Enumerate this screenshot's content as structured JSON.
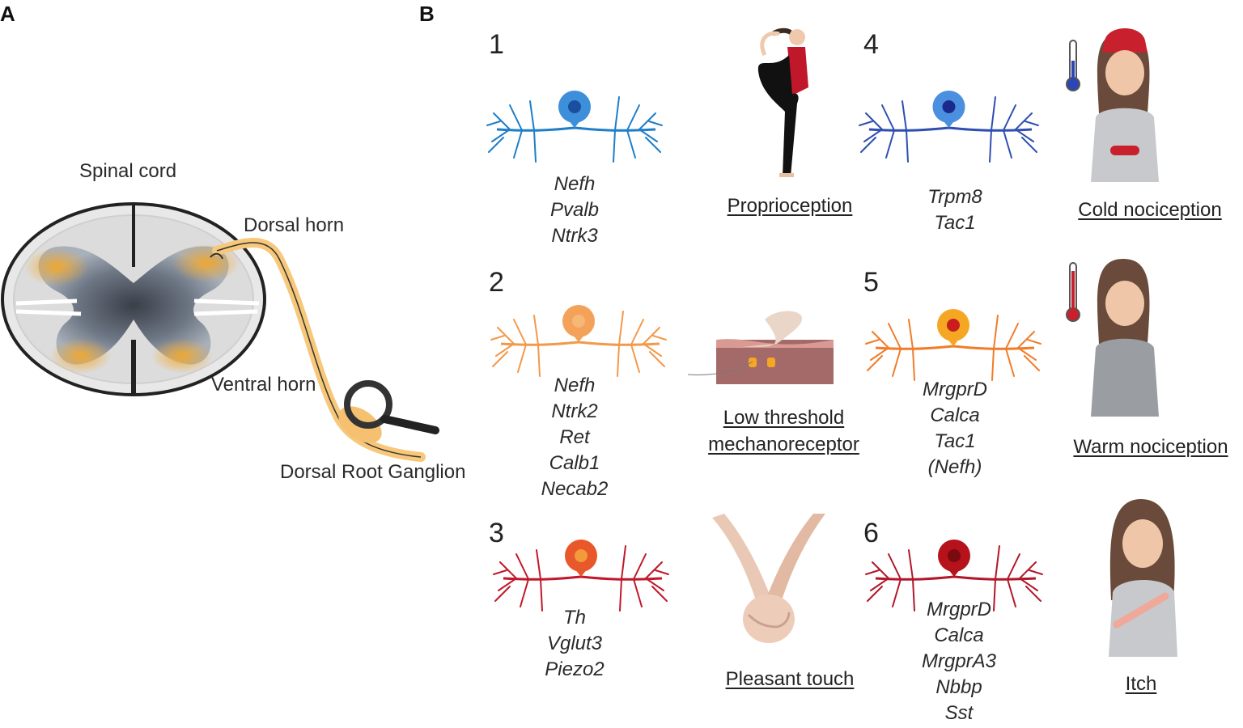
{
  "panels": {
    "a": "A",
    "b": "B"
  },
  "spinal": {
    "title": "Spinal cord",
    "dorsal_horn": "Dorsal horn",
    "ventral_horn": "Ventral horn",
    "drg": "Dorsal Root Ganglion"
  },
  "neurons": [
    {
      "num": "1",
      "genes": [
        "Nefh",
        "Pvalb",
        "Ntrk3"
      ],
      "function": [
        "Proprioception"
      ],
      "color": "#1e7ec8",
      "soma": "#3d8fd9",
      "nucleus": "#1a4fa0"
    },
    {
      "num": "2",
      "genes": [
        "Nefh",
        "Ntrk2",
        "Ret",
        "Calb1",
        "Necab2"
      ],
      "function": [
        "Low threshold",
        "mechanoreceptor"
      ],
      "color": "#f2994a",
      "soma": "#f4a259",
      "nucleus": "#f6b877"
    },
    {
      "num": "3",
      "genes": [
        "Th",
        "Vglut3",
        "Piezo2"
      ],
      "function": [
        "Pleasant touch"
      ],
      "color": "#c0182a",
      "soma": "#e8582a",
      "nucleus": "#f39a3a"
    },
    {
      "num": "4",
      "genes": [
        "Trpm8",
        "Tac1"
      ],
      "function": [
        "Cold nociception"
      ],
      "color": "#2e4fb0",
      "soma": "#4b8fe0",
      "nucleus": "#1b2a8a"
    },
    {
      "num": "5",
      "genes": [
        "MrgprD",
        "Calca",
        "Tac1",
        "(Nefh)"
      ],
      "function": [
        "Warm nociception"
      ],
      "color": "#f07c2a",
      "soma": "#f5a623",
      "nucleus": "#c81e1e"
    },
    {
      "num": "6",
      "genes": [
        "MrgprD",
        "Calca",
        "MrgprA3",
        "Nbbp",
        "Sst"
      ],
      "function": [
        "Itch"
      ],
      "color": "#b0182a",
      "soma": "#b5121b",
      "nucleus": "#7a0a10"
    }
  ]
}
